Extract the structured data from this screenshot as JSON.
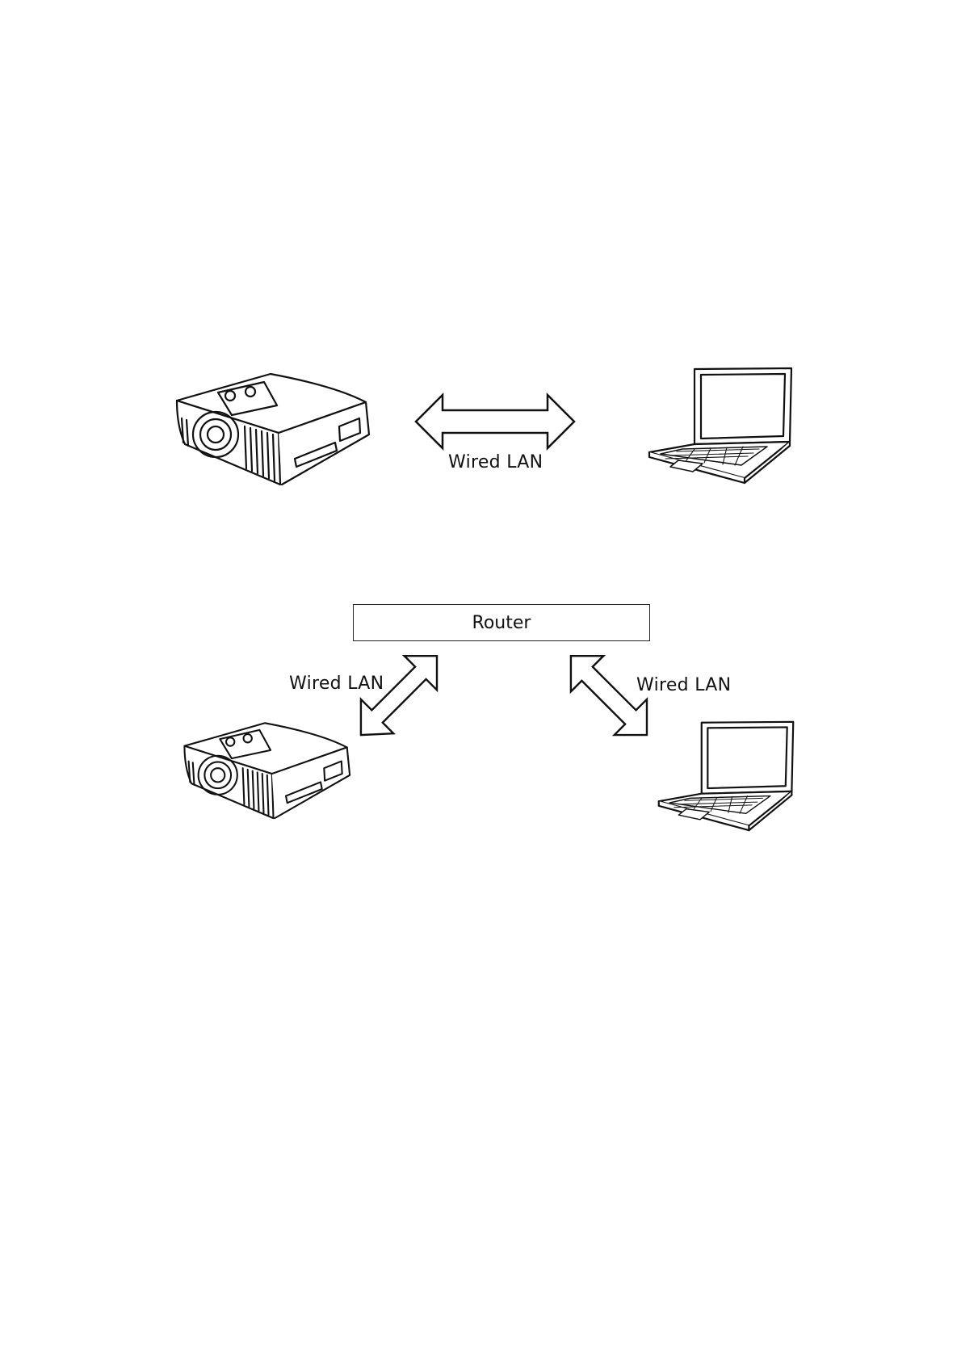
{
  "diagram_1": {
    "link_label": "Wired LAN",
    "icons": [
      "projector-icon",
      "laptop-icon",
      "double-arrow-icon"
    ]
  },
  "diagram_2": {
    "router_label": "Router",
    "left_link_label": "Wired LAN",
    "right_link_label": "Wired LAN",
    "icons": [
      "projector-icon",
      "laptop-icon",
      "diagonal-double-arrow-icon"
    ]
  }
}
